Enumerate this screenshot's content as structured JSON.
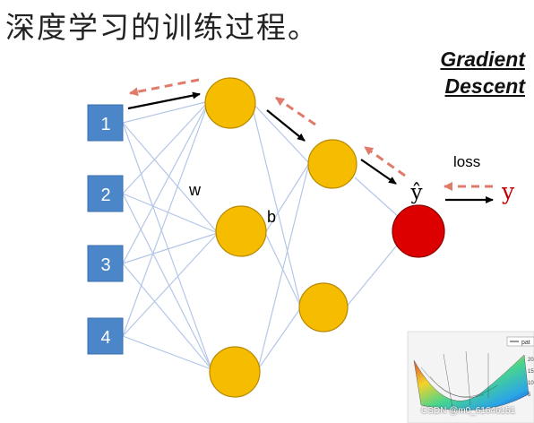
{
  "title": "深度学习的训练过程。",
  "gradient_descent": [
    "Gradient",
    "Descent"
  ],
  "labels": {
    "weight": "w",
    "bias": "b",
    "prediction": "ŷ",
    "loss": "loss",
    "target": "y"
  },
  "input_nodes": [
    "1",
    "2",
    "3",
    "4"
  ],
  "surface_legend": "pat",
  "surface_ticks": [
    "20",
    "15",
    "10",
    "5"
  ],
  "watermark": "CSDN @m0_61646151",
  "colors": {
    "input_fill": "#4a86c8",
    "hidden_fill": "#f5bc00",
    "hidden_stroke": "#b88900",
    "output_fill": "#dd0000",
    "edge": "#b4c7e7",
    "forward_arrow": "#000000",
    "backward_arrow": "#e07b6c",
    "target_color": "#c00000"
  }
}
